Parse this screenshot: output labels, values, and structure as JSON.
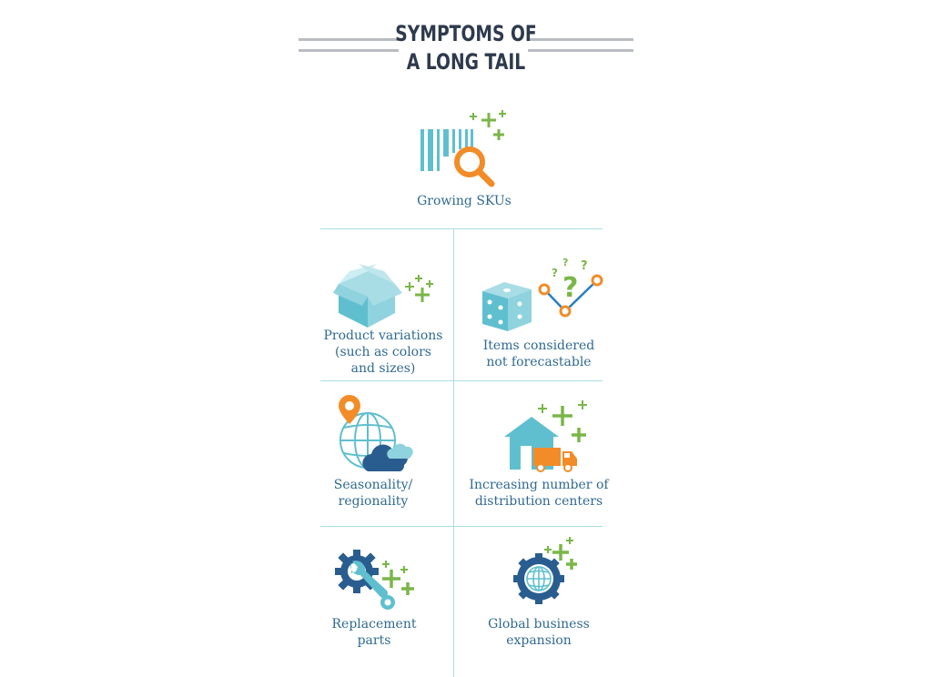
{
  "title": {
    "line1": "SYMPTOMS OF",
    "line2": "A LONG TAIL"
  },
  "colors": {
    "teal": "#5fbfcf",
    "orange": "#f28c28",
    "green": "#7ab648",
    "navy": "#2a5d8f",
    "text": "#2f6a92"
  },
  "items": [
    {
      "label": "Growing SKUs",
      "icon": "barcode-magnifier-icon"
    },
    {
      "label": "Product variations (such as colors and sizes)",
      "lines": [
        "Product variations",
        "(such as colors",
        "and sizes)"
      ],
      "icon": "open-box-icon"
    },
    {
      "label": "Items considered not forecastable",
      "lines": [
        "Items considered",
        "not forecastable"
      ],
      "icon": "dice-question-icon"
    },
    {
      "label": "Seasonality/ regionality",
      "lines": [
        "Seasonality/",
        "regionality"
      ],
      "icon": "globe-pin-cloud-icon"
    },
    {
      "label": "Increasing number of distribution centers",
      "lines": [
        "Increasing number of",
        "distribution centers"
      ],
      "icon": "warehouse-truck-icon"
    },
    {
      "label": "Replacement parts",
      "lines": [
        "Replacement",
        "parts"
      ],
      "icon": "gear-wrench-icon"
    },
    {
      "label": "Global business expansion",
      "lines": [
        "Global business",
        "expansion"
      ],
      "icon": "gear-globe-icon"
    }
  ]
}
